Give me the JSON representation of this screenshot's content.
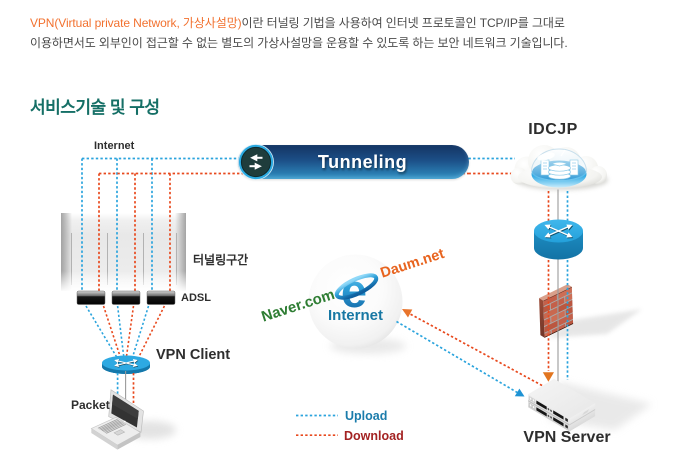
{
  "intro": {
    "highlight": "VPN(Virtual private Network, 가상사설망)",
    "line1_rest": "이란 터널링 기법을 사용하여 인터넷 프로토콜인 TCP/IP를 그대로",
    "line2": "이용하면서도 외부인이 접근할 수 없는 별도의 가상사설망을 운용할 수 있도록 하는 보안 네트워크 기술입니다."
  },
  "section": {
    "title": "서비스기술 및 구성"
  },
  "diagram": {
    "labels": {
      "internet_line": "Internet",
      "tunneling": "Tunneling",
      "tunnel_section": "터널링구간",
      "adsl": "ADSL",
      "vpn_client": "VPN Client",
      "packet": "Packet",
      "idcjp": "IDCJP",
      "vpn_server": "VPN Server",
      "naver": "Naver.com",
      "daum": "Daum.net",
      "internet_globe": "Internet"
    },
    "legend": {
      "upload": "Upload",
      "download": "Download"
    },
    "colors": {
      "upload_line": "#2BA4DD",
      "download_line": "#E8491D",
      "plain_line": "#9A9A9A",
      "highlight_text": "#F2712F",
      "heading_teal": "#156F66",
      "naver_green": "#2E7D33",
      "daum_orange": "#E8641F",
      "upload_text": "#1B7CAB",
      "download_text": "#A32222"
    }
  }
}
